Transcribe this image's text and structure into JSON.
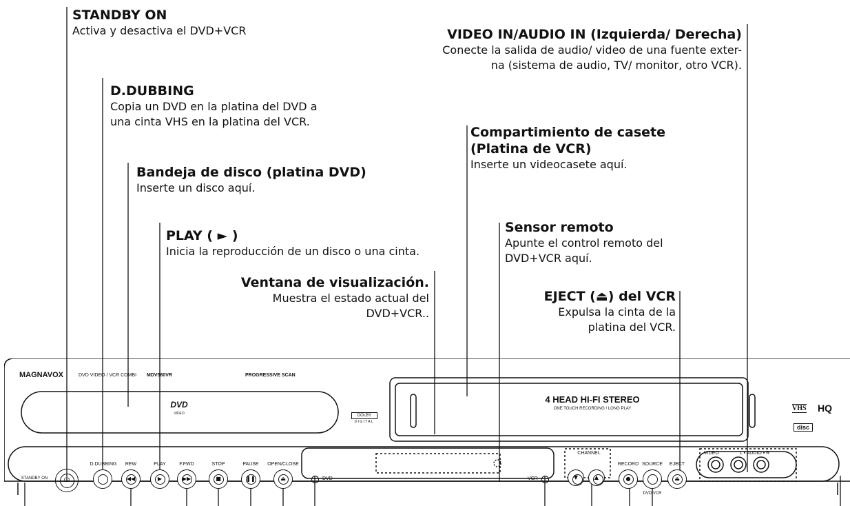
{
  "callouts": {
    "standby": {
      "title": "STANDBY ON",
      "desc": "Activa y desactiva el DVD+VCR"
    },
    "d_dubbing": {
      "title": "D.DUBBING",
      "desc1": "Copia un DVD en la platina del DVD a",
      "desc2": "una cinta VHS en la platina del VCR."
    },
    "disc_tray": {
      "title": "Bandeja de disco (platina DVD)",
      "desc": "Inserte un disco aquí."
    },
    "play": {
      "title": "PLAY ( ► )",
      "desc": "Inicia la reproducción de un disco o una cinta."
    },
    "video_audio_in": {
      "title": "VIDEO IN/AUDIO IN (Izquierda/ Derecha)",
      "desc1": "Conecte la salida de audio/ video de una fuente exter-",
      "desc2": "na (sistema de audio, TV/ monitor, otro VCR)."
    },
    "cassette": {
      "title1": "Compartimiento de casete",
      "title2": "(Platina de VCR)",
      "desc": "Inserte un videocasete aquí."
    },
    "remote_sensor": {
      "title": "Sensor remoto",
      "desc1": "Apunte el control remoto del",
      "desc2": "DVD+VCR aquí."
    },
    "display": {
      "title": "Ventana de visualización.",
      "desc1": "Muestra el estado actual del",
      "desc2": "DVD+VCR.."
    },
    "eject_vcr": {
      "title": "EJECT (⏏) del VCR",
      "desc1": "Expulsa la cinta de la",
      "desc2": "platina del VCR."
    }
  },
  "device": {
    "brand": "MAGNAVOX",
    "model_desc": "DVD VIDEO / VCR COMBI",
    "model": "MDV560VR",
    "progressive": "PROGRESSIVE SCAN",
    "dvd_logo": "DVD",
    "dvd_video": "VIDEO",
    "dolby1": "DOLBY",
    "dolby2": "D I G I T A L",
    "stereo": "4 HEAD HI-FI STEREO",
    "stereo_sub": "ONE TOUCH RECORDING / LONG PLAY",
    "vhs": "VHS",
    "hq": "HQ",
    "disc_logo": "disc",
    "buttons": {
      "standby": "STANDBY ON",
      "d_dubbing": "D.DUBBING",
      "rew": "REW",
      "play": "PLAY",
      "ffwd": "F.FWD",
      "stop": "STOP",
      "pause": "PAUSE",
      "open_close": "OPEN/CLOSE",
      "dvd": "DVD",
      "vcr": "VCR",
      "channel": "CHANNEL",
      "record": "RECORD",
      "source": "SOURCE",
      "source_sub": "DVD/VCR",
      "eject": "EJECT",
      "video": "VIDEO",
      "audio": "L ▪ AUDIO ▪ R"
    }
  }
}
